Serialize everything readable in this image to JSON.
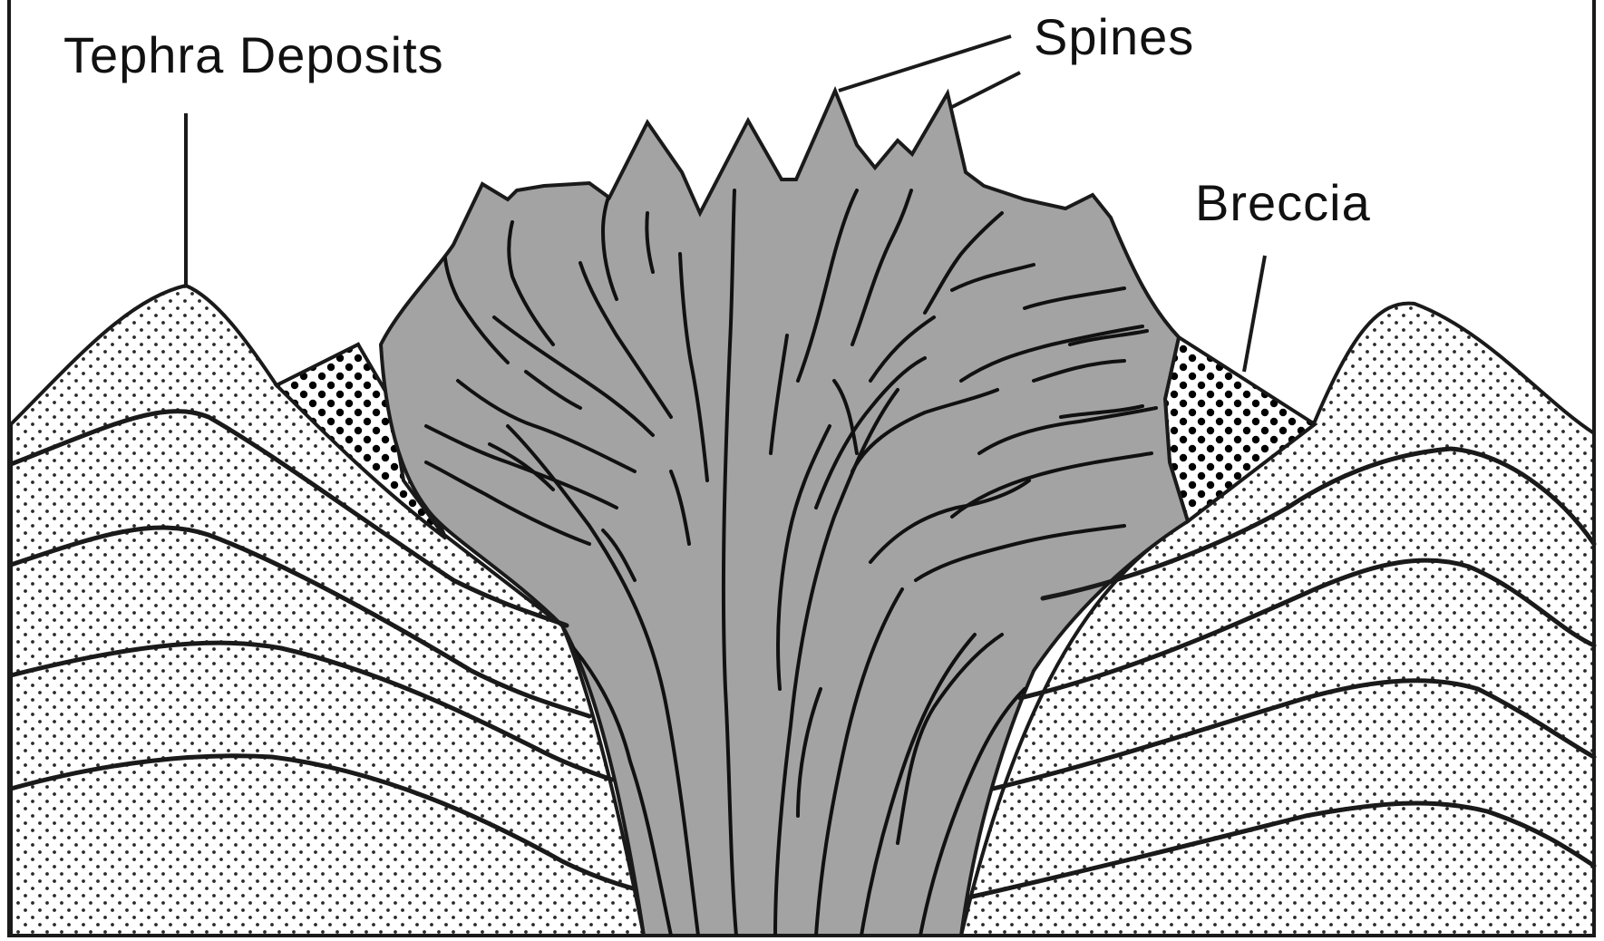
{
  "labels": {
    "tephra": "Tephra Deposits",
    "spines": "Spines",
    "breccia": "Breccia"
  },
  "colors": {
    "dome_fill": "#a3a3a3",
    "tephra_dot": "#2a2a2a",
    "breccia_dot": "#000000",
    "outline": "#1a1a1a",
    "background": "#ffffff"
  }
}
